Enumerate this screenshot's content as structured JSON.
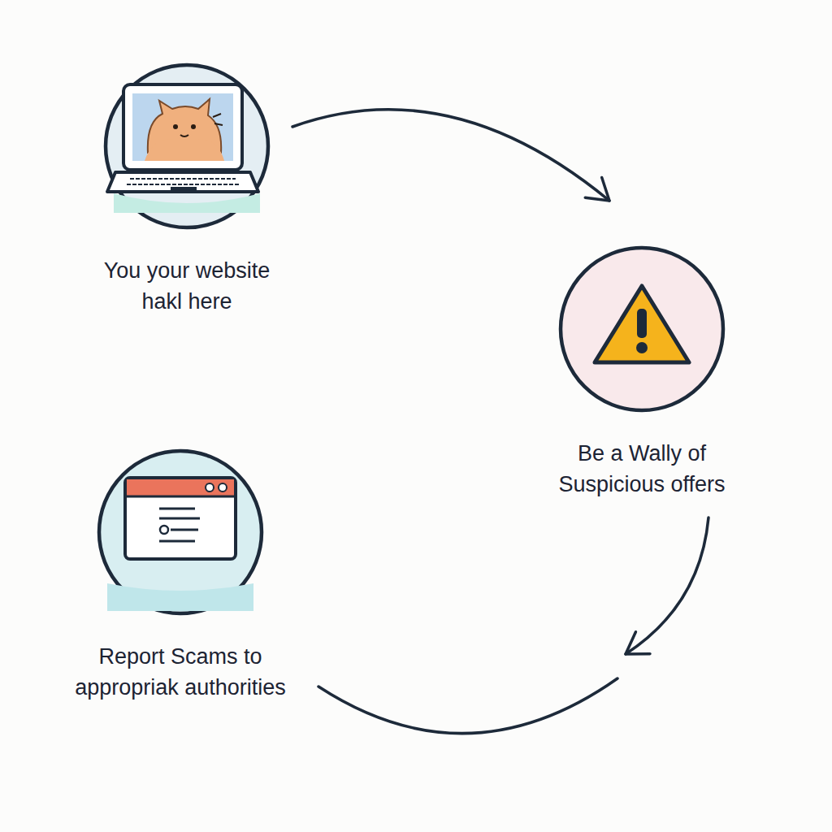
{
  "diagram": {
    "nodes": [
      {
        "text": [
          "You your website hakl here"
        ]
      },
      {
        "text": [
          "Be a Wally of Suspicious offers"
        ]
      },
      {
        "text": [
          "Report Scams to appropriak authorities"
        ]
      }
    ],
    "edges": [
      {
        "from": 0,
        "to": 1,
        "arrow": "to"
      },
      {
        "from": 1,
        "to": 2,
        "arrow": "to"
      }
    ]
  }
}
